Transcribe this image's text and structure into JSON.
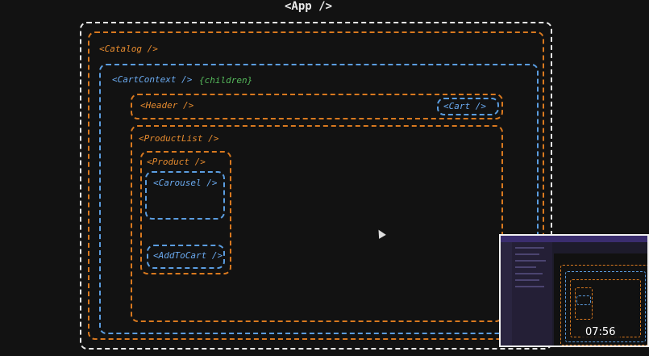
{
  "labels": {
    "app": "<App />",
    "catalog": "<Catalog />",
    "cart_context": "<CartContext />",
    "children": "{children}",
    "header": "<Header />",
    "cart": "<Cart />",
    "product_list": "<ProductList />",
    "product": "<Product />",
    "carousel": "<Carousel />",
    "add_to_cart": "<AddToCart />"
  },
  "video": {
    "timestamp": "07:56"
  },
  "colors": {
    "app_border": "#e8e8e8",
    "orange": "#d9791f",
    "blue": "#5b9de0",
    "green": "#55b95b",
    "background": "#121212"
  }
}
